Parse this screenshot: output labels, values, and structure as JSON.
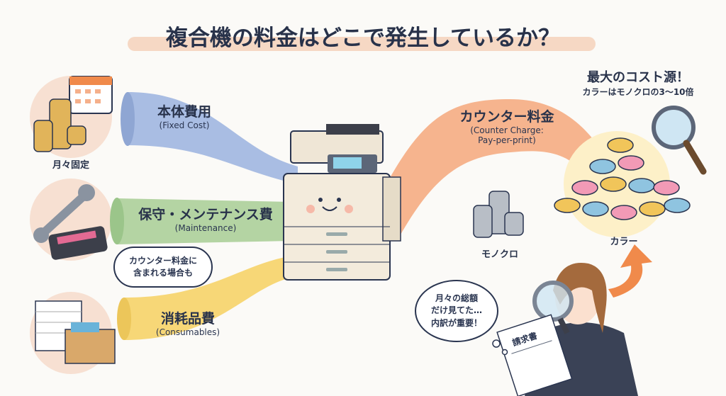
{
  "title": "複合機の料金はどこで発生しているか？",
  "left_icons": [
    {
      "icon": "calendar-coins-icon",
      "caption": "月々固定"
    },
    {
      "icon": "wrench-toner-icon",
      "caption": ""
    },
    {
      "icon": "paper-box-icon",
      "caption": ""
    }
  ],
  "bands": [
    {
      "label": "本体費用",
      "sub": "(Fixed Cost)",
      "color": "#a9bde3"
    },
    {
      "label": "保守・メンテナンス費",
      "sub": "(Maintenance)",
      "color": "#b4d4a3"
    },
    {
      "label": "消耗品費",
      "sub": "(Consumables)",
      "color": "#f7d777"
    }
  ],
  "maintenance_note": [
    "カウンター料金に",
    "含まれる場合も"
  ],
  "counter": {
    "label": "カウンター料金",
    "sub1": "(Counter Charge:",
    "sub2": "Pay-per-print)",
    "color": "#f6b48e"
  },
  "mono_label": "モノクロ",
  "color_label": "カラー",
  "highlight": {
    "title": "最大のコスト源！",
    "sub": "カラーはモノクロの3〜10倍"
  },
  "thought": [
    "月々の総額",
    "だけ見てた…",
    "内訳が重要！"
  ],
  "invoice_label": "請求書",
  "colors": {
    "accent": "#f08a4b",
    "title_highlight": "#f6d8c4"
  }
}
